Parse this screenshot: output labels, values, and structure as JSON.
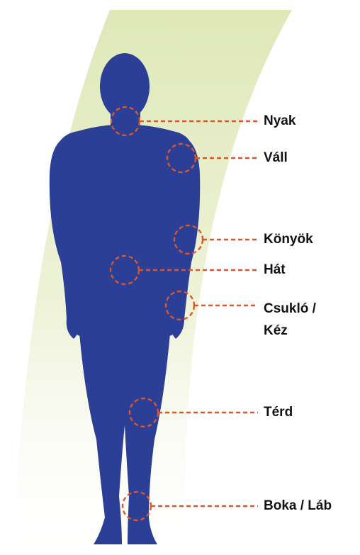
{
  "labels": {
    "neck": "Nyak",
    "shoulder": "Váll",
    "elbow": "Könyök",
    "back": "Hát",
    "wrist_line1": "Csukló /",
    "wrist_line2": "Kéz",
    "knee": "Térd",
    "ankle": "Boka / Láb"
  },
  "colors": {
    "body": "#2b3f96",
    "marker": "#d9572a",
    "background_band": "#e3ebc2",
    "text": "#111111"
  }
}
